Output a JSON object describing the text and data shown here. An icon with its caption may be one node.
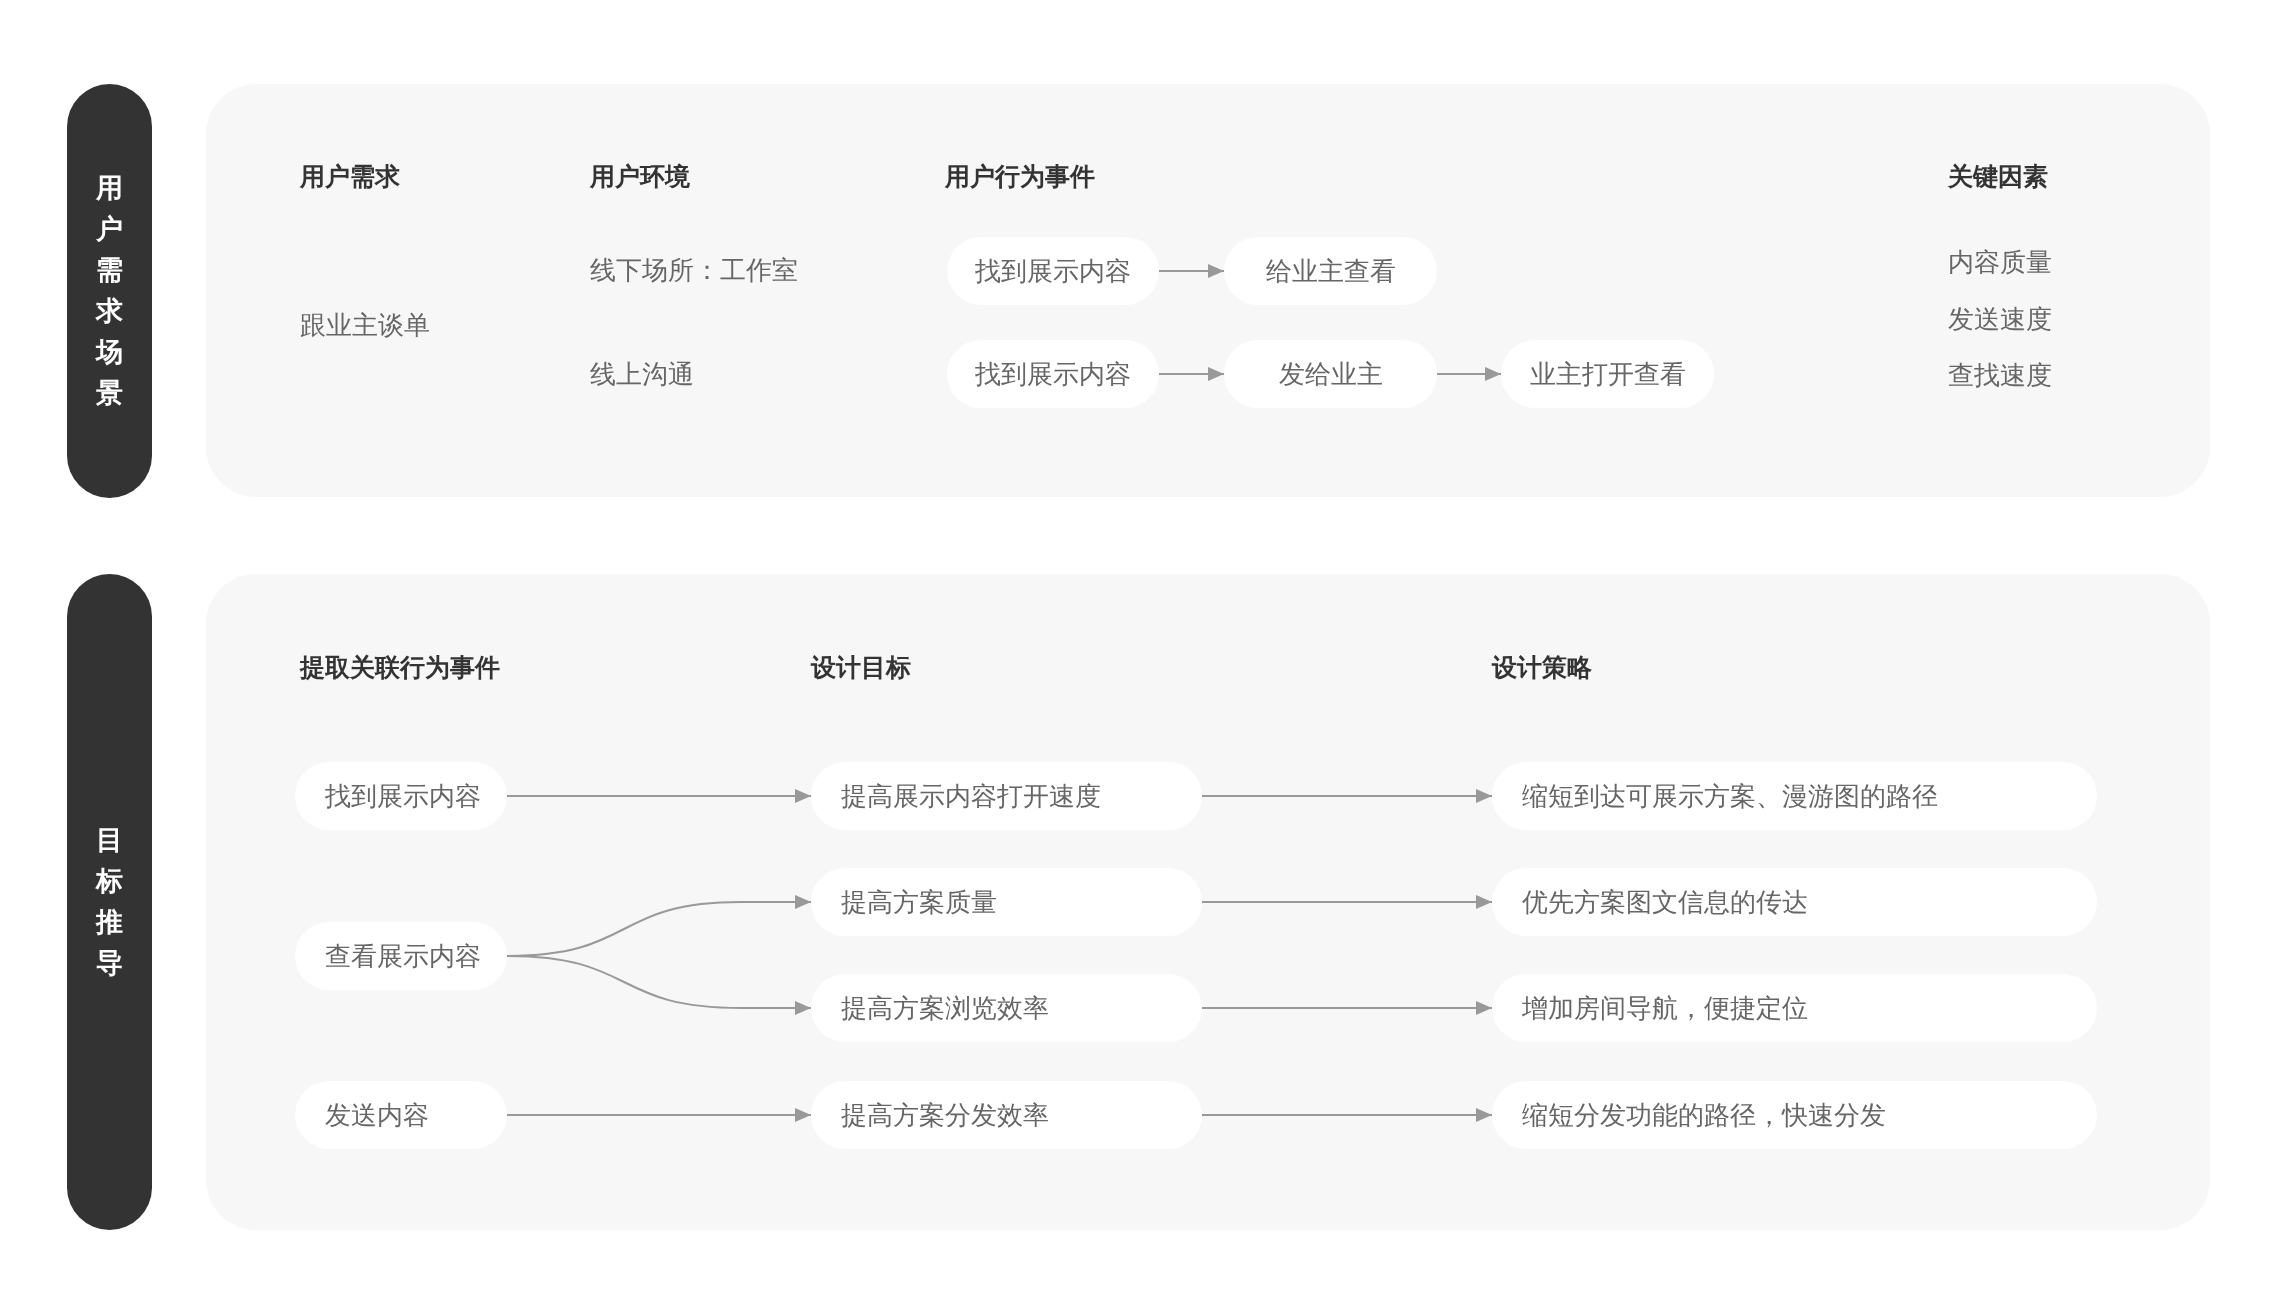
{
  "diagram": {
    "nodes": [
      {
        "text": [
          "用户需求场景"
        ]
      },
      {
        "text": [
          "用户需求",
          "跟业主谈单",
          "用户环境",
          "线下场所：工作室",
          "线上沟通",
          "用户行为事件",
          "关键因素",
          "内容质量",
          "发送速度",
          "查找速度"
        ]
      },
      {
        "text": [
          "找到展示内容"
        ],
        "in": 1
      },
      {
        "text": [
          "给业主查看"
        ],
        "in": 1
      },
      {
        "text": [
          "找到展示内容"
        ],
        "in": 1
      },
      {
        "text": [
          "发给业主"
        ],
        "in": 1
      },
      {
        "text": [
          "业主打开查看"
        ],
        "in": 1
      },
      {
        "text": [
          "目标推导"
        ]
      },
      {
        "text": [
          "提取关联行为事件",
          "设计目标",
          "设计策略"
        ]
      },
      {
        "text": [
          "找到展示内容"
        ],
        "in": 8
      },
      {
        "text": [
          "提高展示内容打开速度"
        ],
        "in": 8
      },
      {
        "text": [
          "缩短到达可展示方案、漫游图的路径"
        ],
        "in": 8
      },
      {
        "text": [
          "查看展示内容"
        ],
        "in": 8
      },
      {
        "text": [
          "提高方案质量"
        ],
        "in": 8
      },
      {
        "text": [
          "优先方案图文信息的传达"
        ],
        "in": 8
      },
      {
        "text": [
          "提高方案浏览效率"
        ],
        "in": 8
      },
      {
        "text": [
          "增加房间导航，便捷定位"
        ],
        "in": 8
      },
      {
        "text": [
          "发送内容"
        ],
        "in": 8
      },
      {
        "text": [
          "提高方案分发效率"
        ],
        "in": 8
      },
      {
        "text": [
          "缩短分发功能的路径，快速分发"
        ],
        "in": 8
      }
    ],
    "edges": [
      {
        "from": 2,
        "to": 3,
        "arrow": "to"
      },
      {
        "from": 4,
        "to": 5,
        "arrow": "to"
      },
      {
        "from": 5,
        "to": 6,
        "arrow": "to"
      },
      {
        "from": 9,
        "to": 10,
        "arrow": "to"
      },
      {
        "from": 10,
        "to": 11,
        "arrow": "to"
      },
      {
        "from": 12,
        "to": 13,
        "arrow": "to"
      },
      {
        "from": 12,
        "to": 15,
        "arrow": "to"
      },
      {
        "from": 13,
        "to": 14,
        "arrow": "to"
      },
      {
        "from": 15,
        "to": 16,
        "arrow": "to"
      },
      {
        "from": 17,
        "to": 18,
        "arrow": "to"
      },
      {
        "from": 18,
        "to": 19,
        "arrow": "to"
      }
    ]
  }
}
